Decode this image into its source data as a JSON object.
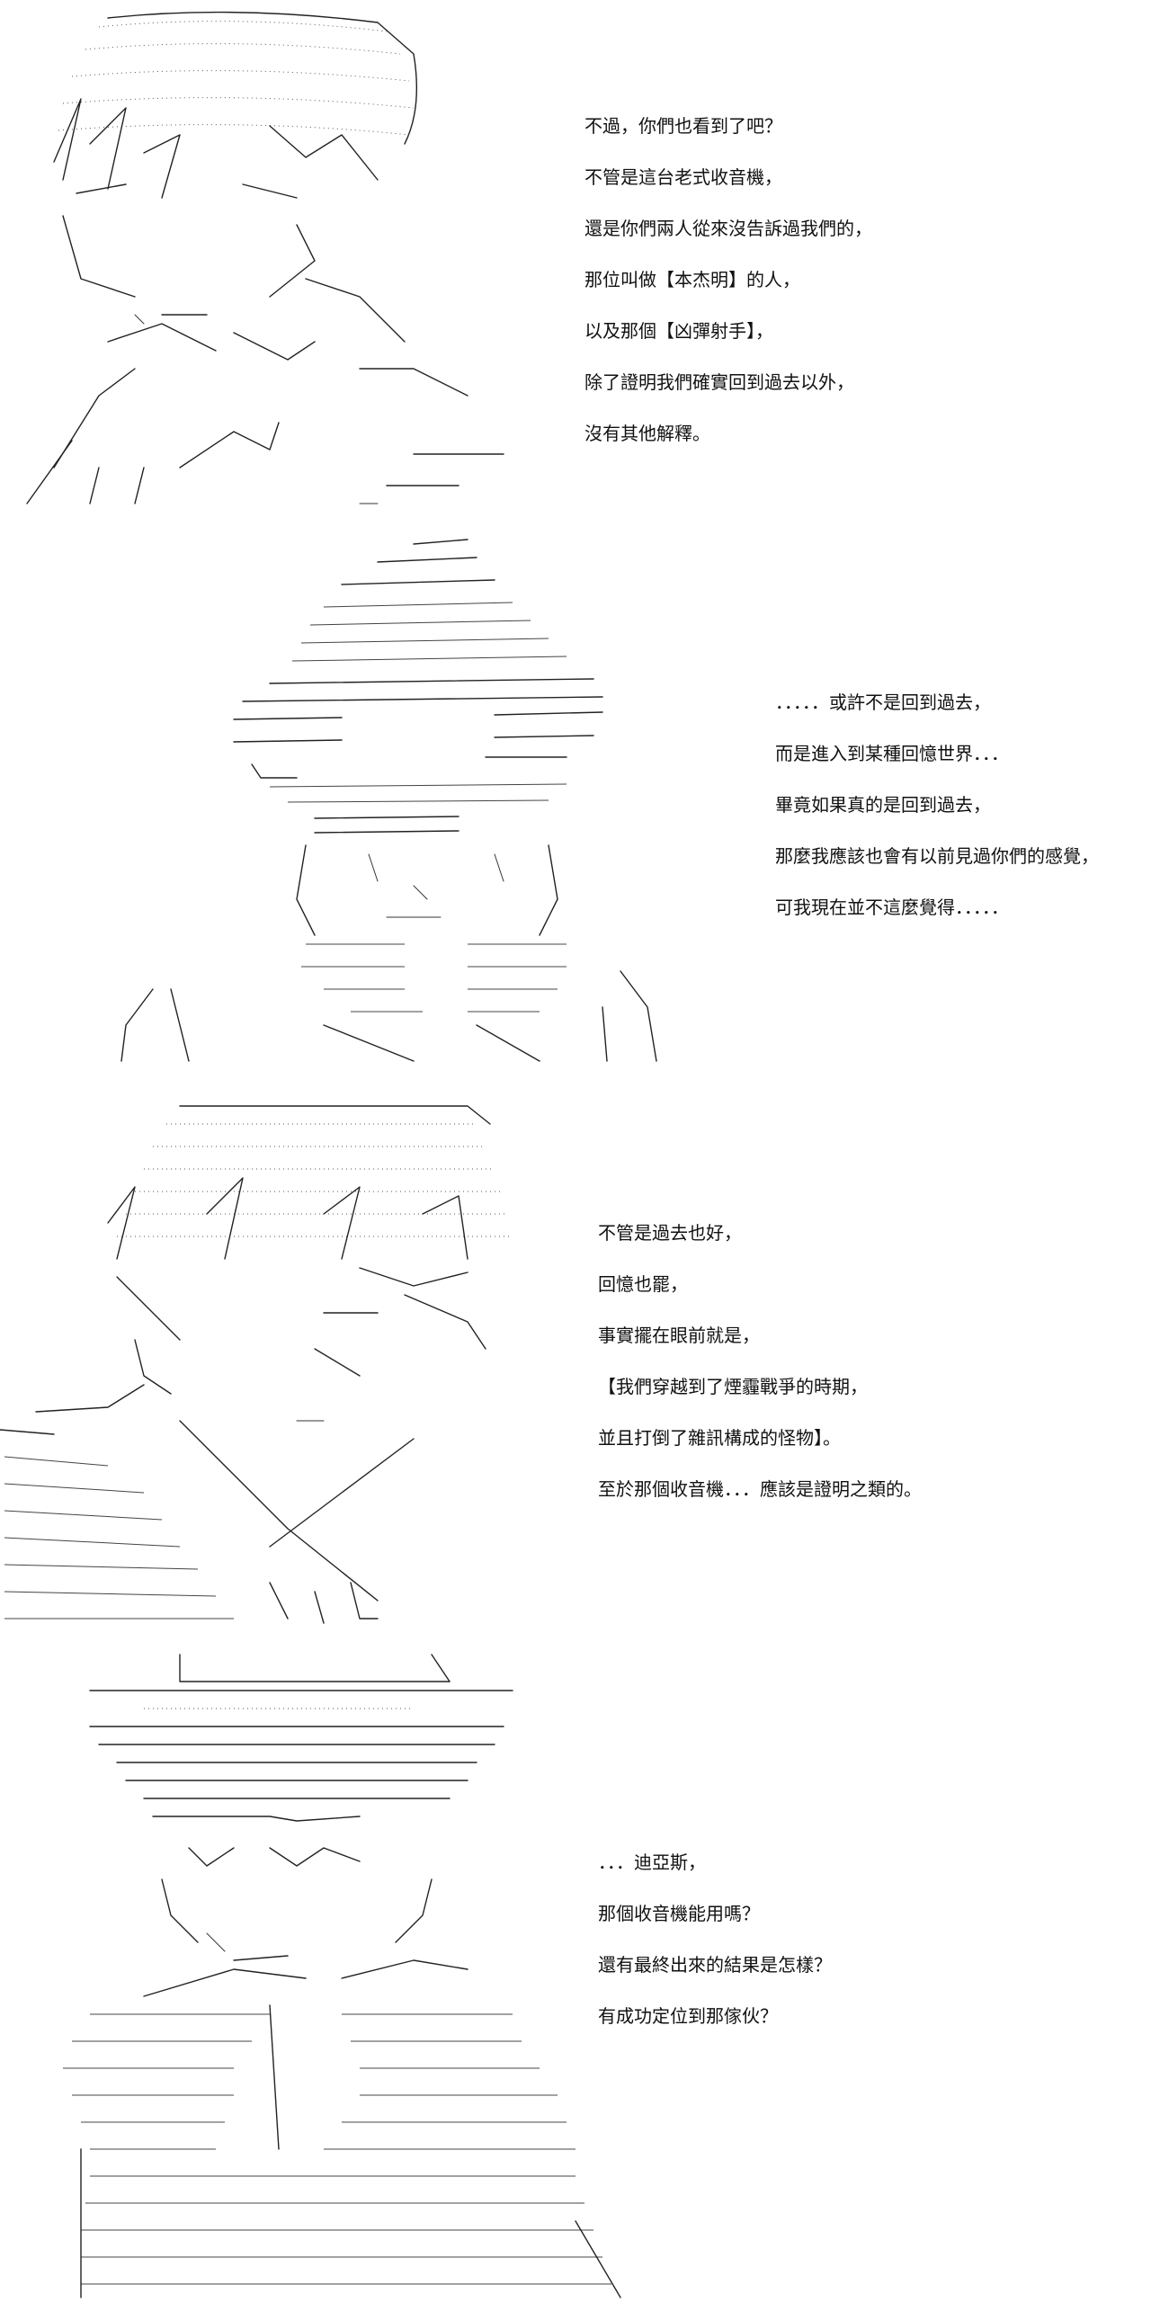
{
  "panels": [
    {
      "art": "ascii-art-character-cap",
      "lines": [
        "不過，你們也看到了吧？",
        "不管是這台老式收音機，",
        "還是你們兩人從來沒告訴過我們的，",
        "那位叫做【本杰明】的人，",
        "以及那個【凶彈射手】，",
        "除了證明我們確實回到過去以外，",
        "沒有其他解釋。"
      ]
    },
    {
      "art": "ascii-art-character-hat",
      "lines": [
        "．．．．．或許不是回到過去，",
        "而是進入到某種回憶世界．．．",
        "畢竟如果真的是回到過去，",
        "那麼我應該也會有以前見過你們的感覺，",
        "可我現在並不這麼覺得．．．．．"
      ]
    },
    {
      "art": "ascii-art-character-pointing",
      "lines": [
        "不管是過去也好，",
        "回憶也罷，",
        "事實擺在眼前就是，",
        "【我們穿越到了煙霾戰爭的時期，",
        "並且打倒了雜訊構成的怪物】。",
        "至於那個收音機．．．應該是證明之類的。"
      ]
    },
    {
      "art": "ascii-art-character-coat",
      "lines": [
        "．．．迪亞斯，",
        "那個收音機能用嗎？",
        "還有最終出來的結果是怎樣？",
        "有成功定位到那傢伙？"
      ]
    }
  ]
}
